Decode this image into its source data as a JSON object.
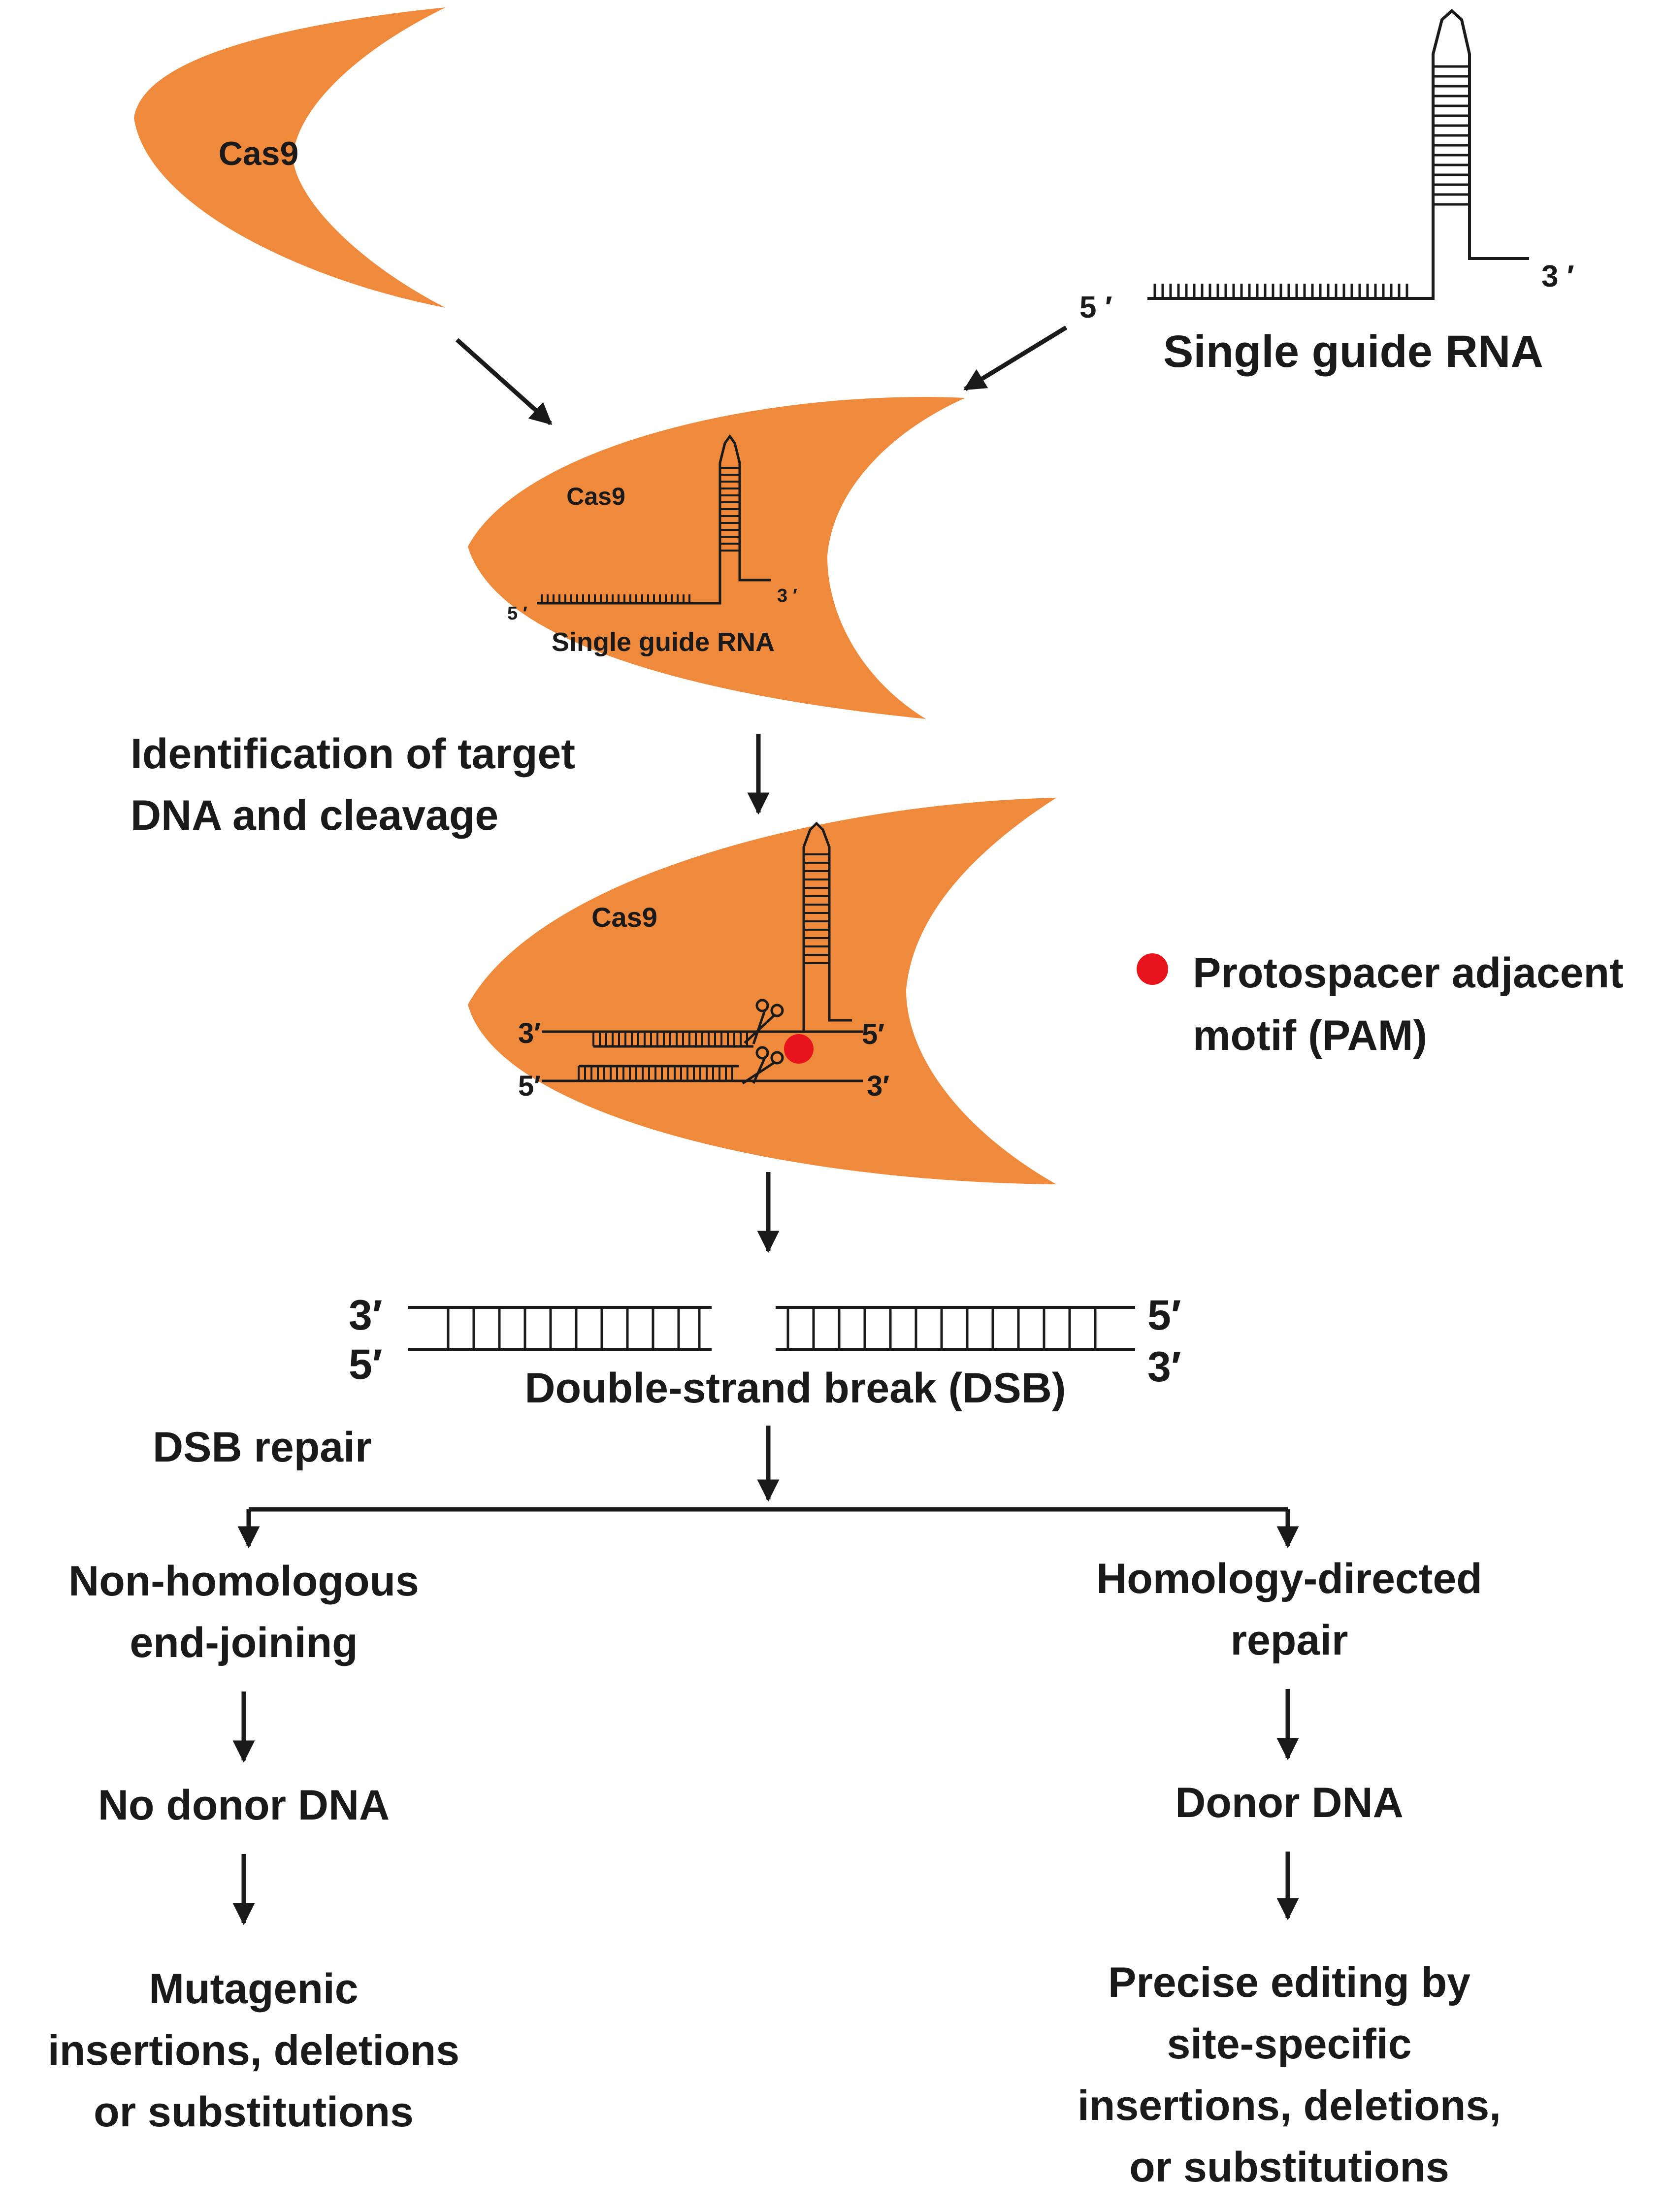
{
  "cas9_label": "Cas9",
  "sgrna": {
    "title": "Single guide RNA",
    "five_prime": "5 ′",
    "three_prime": "3 ′"
  },
  "complex": {
    "cas9_label": "Cas9",
    "sgrna_label": "Single guide RNA",
    "five_prime": "5 ′",
    "three_prime": "3 ′"
  },
  "step_identification": {
    "line1": "Identification of target",
    "line2": "DNA and cleavage"
  },
  "cleavage": {
    "cas9_label": "Cas9",
    "top_left": "3′",
    "top_right": "5′",
    "bottom_left": "5′",
    "bottom_right": "3′"
  },
  "pam_legend": {
    "line1": "Protospacer adjacent",
    "line2": "motif (PAM)",
    "color": "#e8141c"
  },
  "dsb": {
    "top_left": "3′",
    "bottom_left": "5′",
    "top_right": "5′",
    "bottom_right": "3′",
    "label": "Double-strand break (DSB)"
  },
  "dsb_repair_label": "DSB repair",
  "nhej": {
    "line1": "Non-homologous",
    "line2": "end-joining",
    "donor": "No donor DNA",
    "outcome_line1": "Mutagenic",
    "outcome_line2": "insertions, deletions",
    "outcome_line3": "or substitutions"
  },
  "hdr": {
    "line1": "Homology-directed",
    "line2": "repair",
    "donor": "Donor DNA",
    "outcome_line1": "Precise editing by",
    "outcome_line2": "site-specific",
    "outcome_line3": "insertions, deletions,",
    "outcome_line4": "or substitutions"
  },
  "colors": {
    "cas9": "#ef8a3d",
    "pam": "#e8141c",
    "text": "#1a1a1a"
  }
}
